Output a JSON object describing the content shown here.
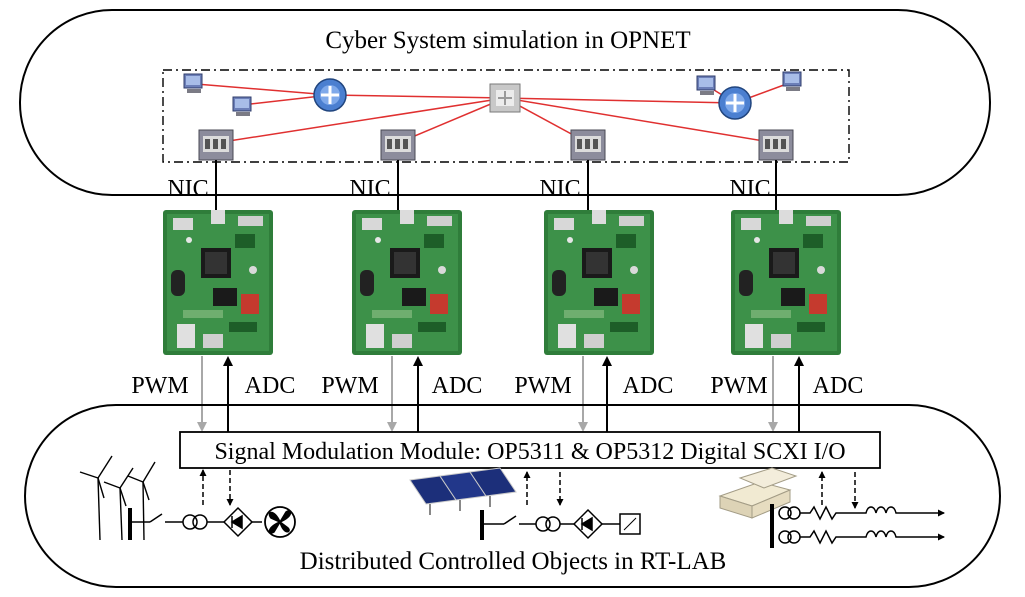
{
  "cyber": {
    "title": "Cyber System simulation in OPNET"
  },
  "physical": {
    "title": "Distributed Controlled Objects in RT-LAB"
  },
  "module": {
    "label": "Signal Modulation Module: OP5311 & OP5312 Digital SCXI I/O"
  },
  "channels": [
    {
      "nic": "NIC",
      "pwm": "PWM",
      "adc": "ADC"
    },
    {
      "nic": "NIC",
      "pwm": "PWM",
      "adc": "ADC"
    },
    {
      "nic": "NIC",
      "pwm": "PWM",
      "adc": "ADC"
    },
    {
      "nic": "NIC",
      "pwm": "PWM",
      "adc": "ADC"
    }
  ],
  "colors": {
    "network_link": "#e03030",
    "board_green": "#2f7d3a",
    "pwm_arrow": "#a8a8a8",
    "adc_arrow": "#000000",
    "solar_panel": "#1c2f7a"
  },
  "icons": {
    "router": "router-icon",
    "switch": "switch-icon",
    "host": "workstation-icon",
    "board": "controller-board-icon",
    "wind": "wind-turbine-icon",
    "solar": "solar-panel-icon",
    "load": "load-icon"
  }
}
